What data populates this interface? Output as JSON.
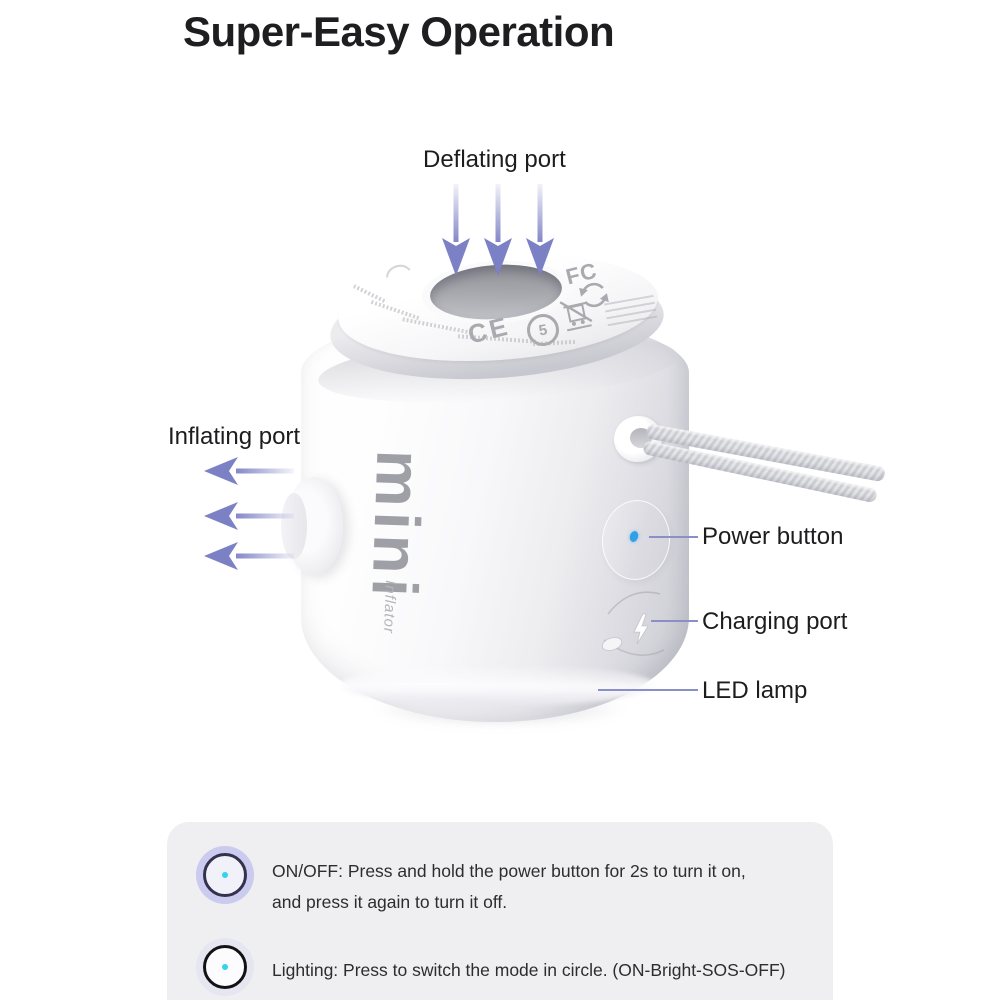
{
  "page": {
    "title": "Super-Easy Operation",
    "background": "#ffffff"
  },
  "annotations": {
    "deflating_port": {
      "label": "Deflating port"
    },
    "inflating_port": {
      "label": "Inflating port"
    },
    "power_button": {
      "label": "Power button"
    },
    "charging_port": {
      "label": "Charging port"
    },
    "led_lamp": {
      "label": "LED lamp"
    }
  },
  "device": {
    "brand_text": "mini",
    "subtext": "Inflator",
    "lid_marks": {
      "ce": "CE",
      "rohs_number": "5",
      "fcc": "FC"
    },
    "features": [
      "deflating-port-top-hole",
      "inflating-port-left-nozzle",
      "power-button",
      "charging-port",
      "led-lamp",
      "lanyard-strap"
    ]
  },
  "instructions": [
    {
      "icon": "power-ring-icon",
      "lines": [
        "ON/OFF: Press and hold the power button for 2s to turn it on,",
        "and press it again to turn it off."
      ]
    },
    {
      "icon": "light-ring-icon",
      "lines": [
        "Lighting: Press to switch the mode in circle. (ON-Bright-SOS-OFF)"
      ]
    }
  ],
  "colors": {
    "arrow": "#7c81c5",
    "leader_line": "#8a8ec9",
    "label_text": "#1d1d1f",
    "panel_background": "#efeff2",
    "instruction_text": "#2d2d30",
    "brand_gray": "#9fa0a6",
    "power_dot_blue": "#2f9fe8",
    "indicator_cyan": "#35d2ef"
  }
}
